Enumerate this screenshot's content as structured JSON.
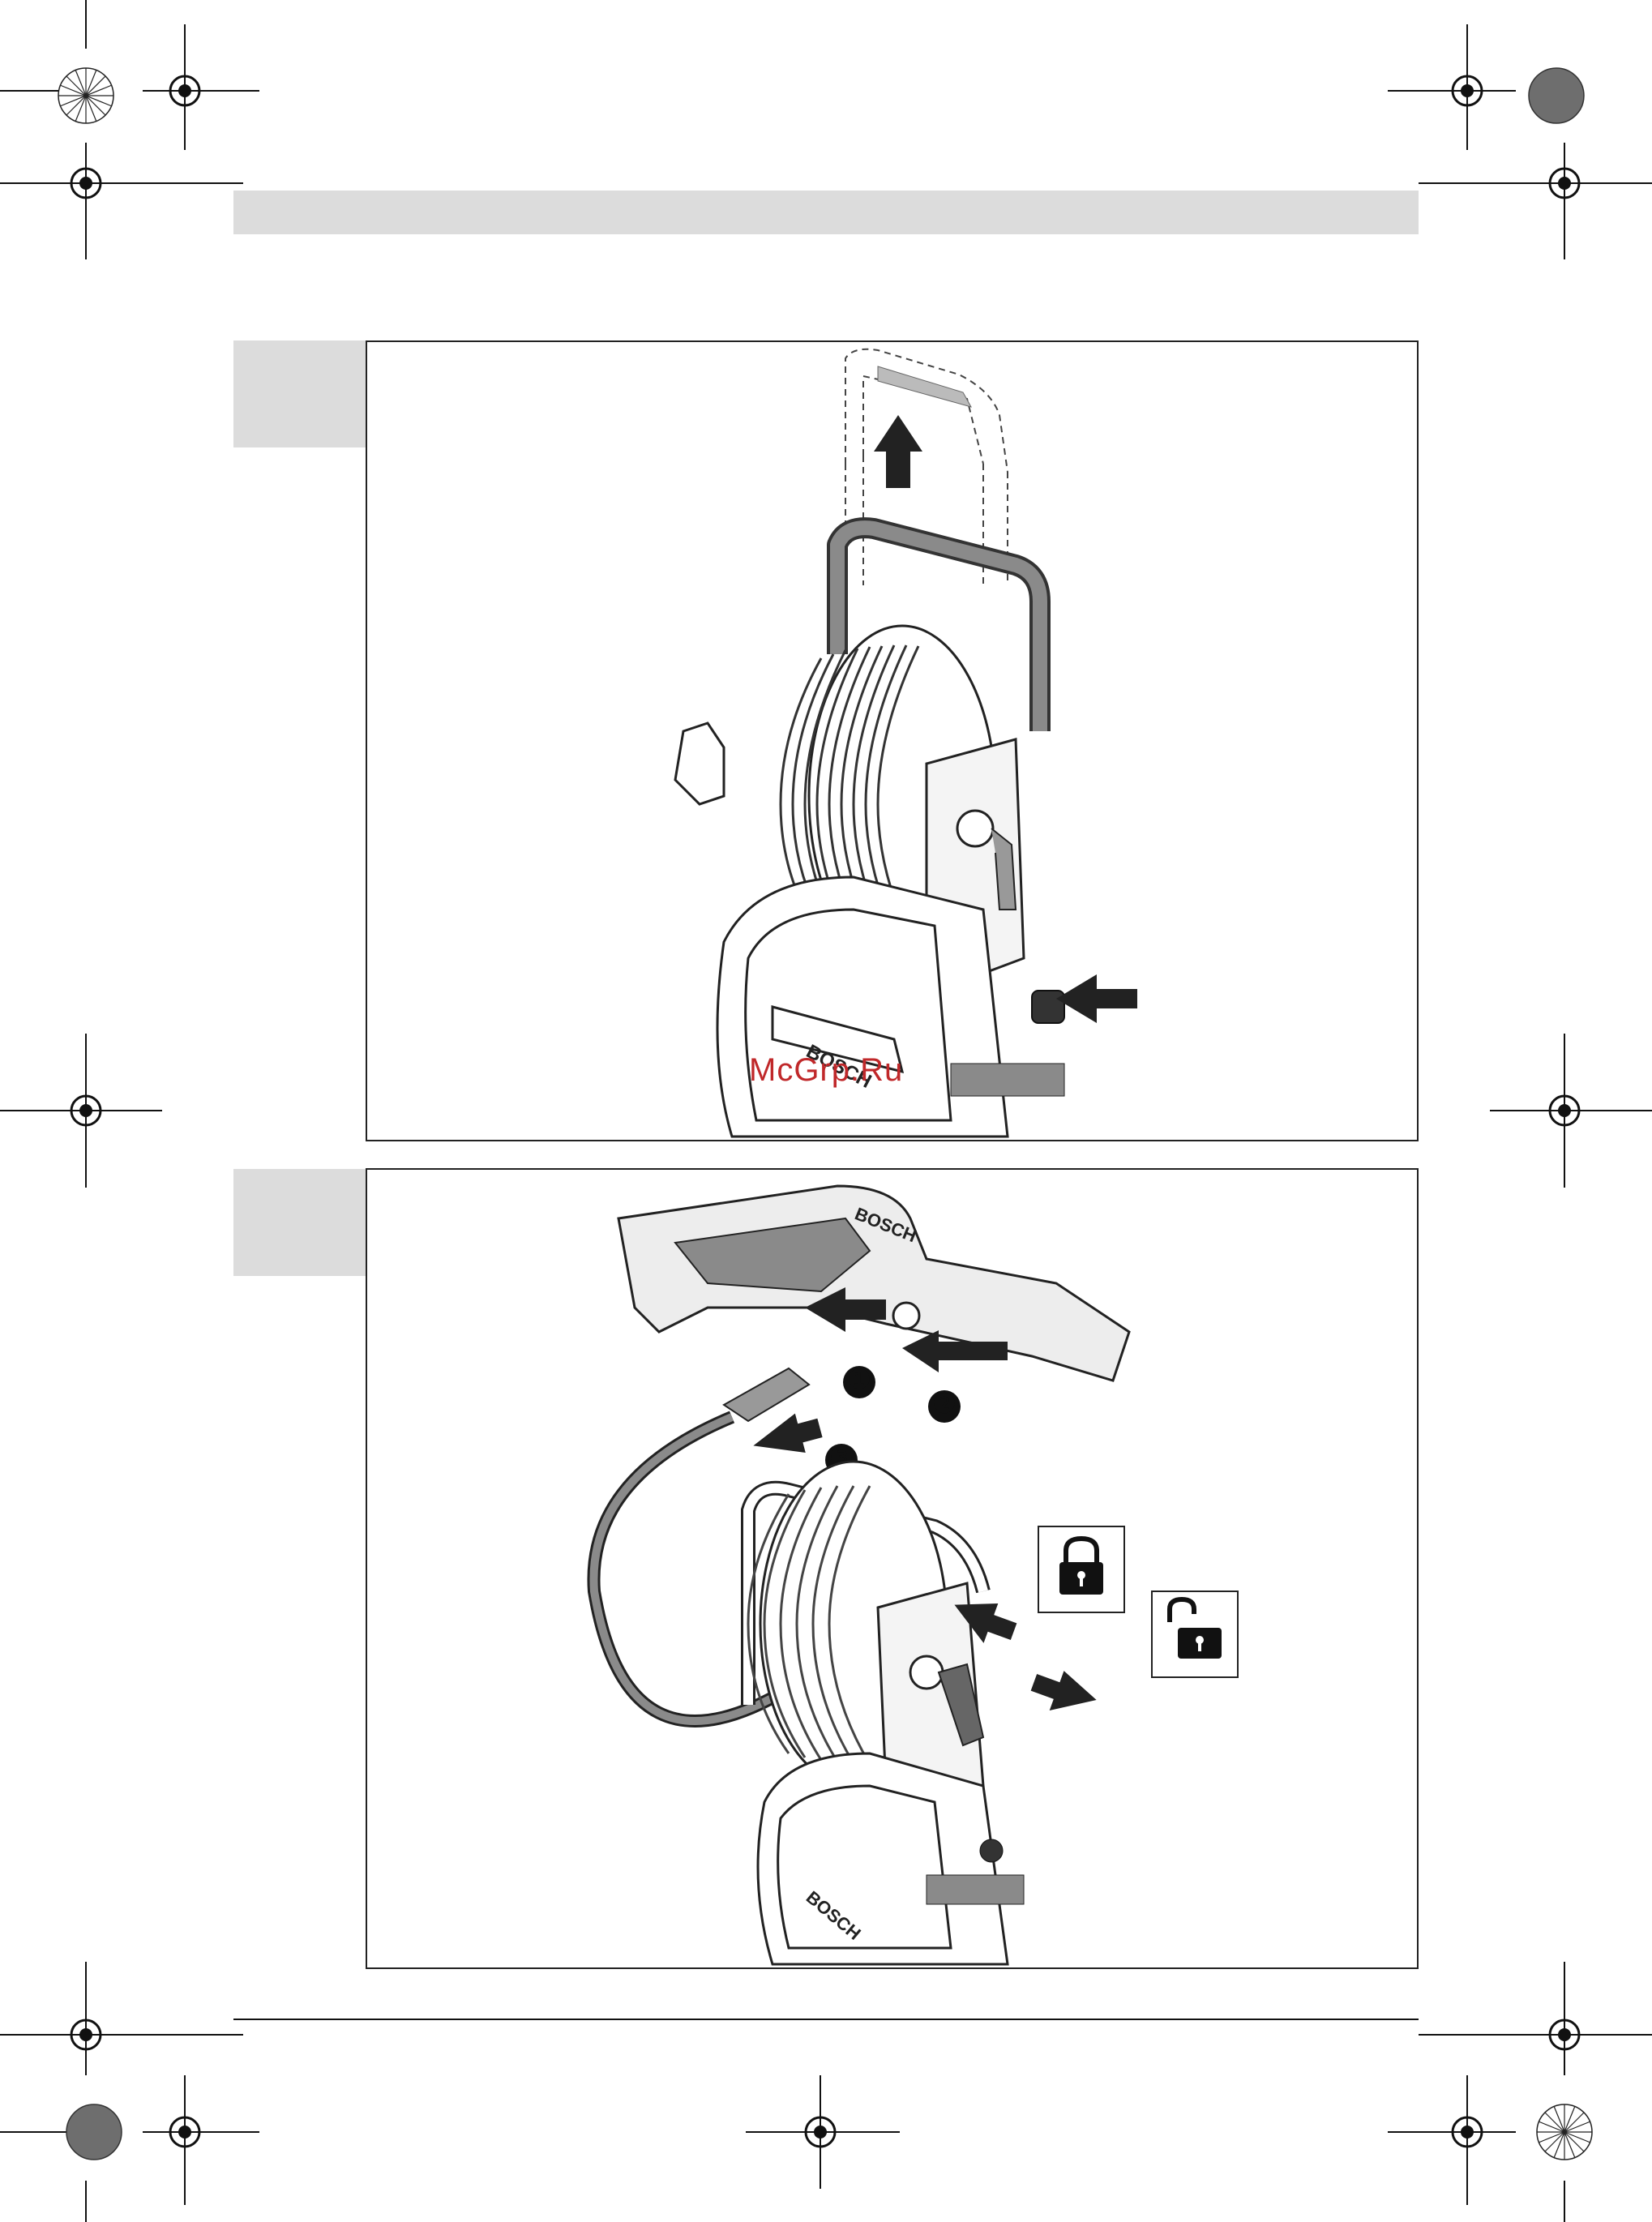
{
  "page": {
    "watermark": "McGrp.Ru"
  },
  "figures": [
    {
      "name": "figure-1",
      "brand_text": "BOSCH",
      "icons": [
        "arrow-up-icon",
        "press-button-arrow-icon"
      ]
    },
    {
      "name": "figure-2",
      "brand_text_gun": "BOSCH",
      "brand_text_body": "BOSCH",
      "step_markers": [
        "❶",
        "❷",
        "❸"
      ],
      "icons": [
        "padlock-locked-icon",
        "padlock-unlocked-icon"
      ]
    }
  ]
}
